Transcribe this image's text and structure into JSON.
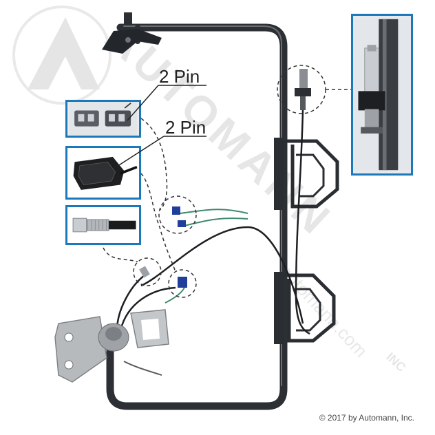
{
  "labels": {
    "pin_top": "2 Pin",
    "pin_mid": "2 Pin"
  },
  "watermark": {
    "brand_text": "AUTOMANN",
    "sub_text": "INC",
    "url_text": "automann.com"
  },
  "footer": {
    "copyright": "© 2017 by Automann, Inc."
  },
  "colors": {
    "inset_border": "#1c78b8",
    "frame": "#2c2f33",
    "watermark": "#d4d4d4",
    "connector_blue": "#1f3f9a"
  }
}
